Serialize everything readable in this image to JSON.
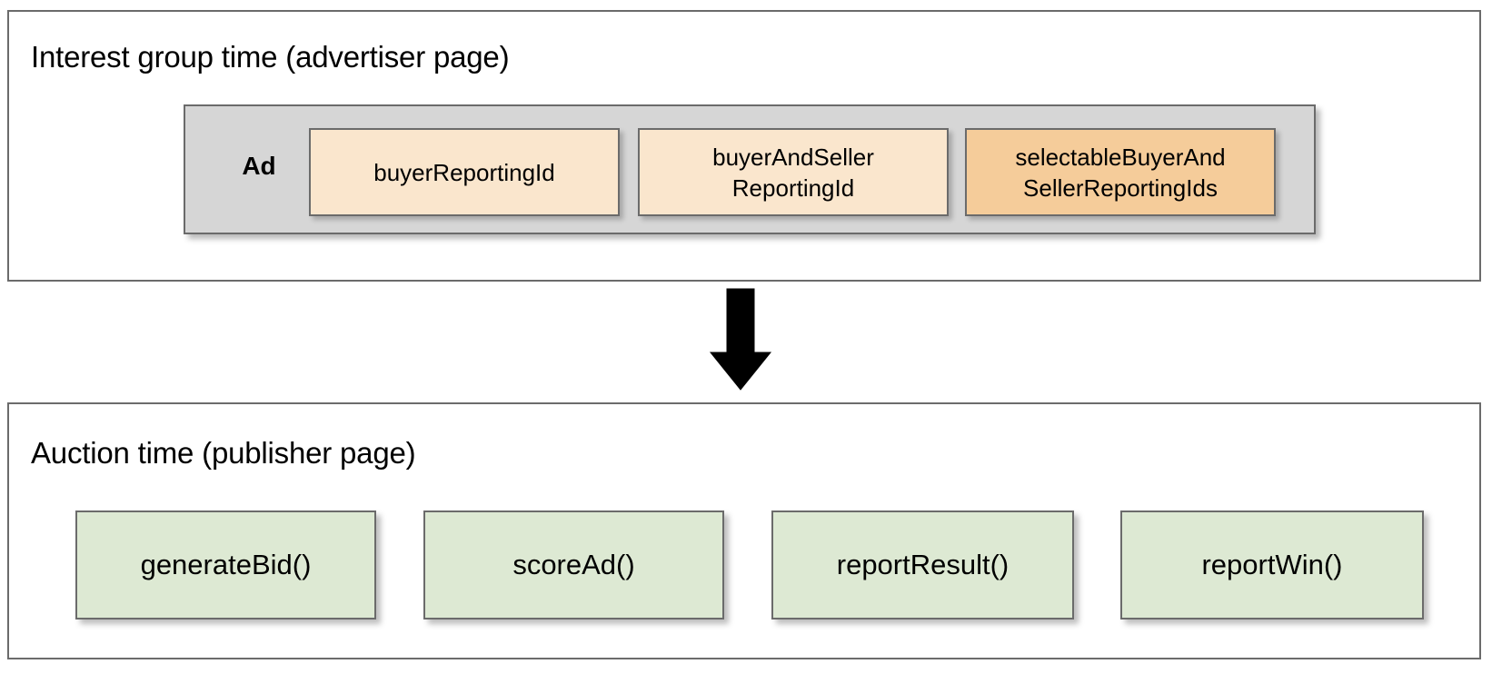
{
  "diagram": {
    "arrow": {
      "direction": "down",
      "color": "#000000",
      "name": "flow-arrow-down"
    },
    "sections": [
      {
        "id": "advertiser",
        "title": "Interest group time (advertiser page)",
        "group": {
          "label": "Ad",
          "fill": "#d6d6d6",
          "items": [
            {
              "label": "buyerReportingId",
              "fill": "#fae6cd",
              "emphasis": "light"
            },
            {
              "label": "buyerAndSeller\nReportingId",
              "line1": "buyerAndSeller",
              "line2": "ReportingId",
              "fill": "#fae6cd",
              "emphasis": "light"
            },
            {
              "label": "selectableBuyerAnd\nSellerReportingIds",
              "line1": "selectableBuyerAnd",
              "line2": "SellerReportingIds",
              "fill": "#f5cc9a",
              "emphasis": "dark"
            }
          ]
        }
      },
      {
        "id": "auction",
        "title": "Auction time (publisher page)",
        "functions": [
          {
            "label": "generateBid()",
            "fill": "#dde9d3"
          },
          {
            "label": "scoreAd()",
            "fill": "#dde9d3"
          },
          {
            "label": "reportResult()",
            "fill": "#dde9d3"
          },
          {
            "label": "reportWin()",
            "fill": "#dde9d3"
          }
        ]
      }
    ],
    "colors": {
      "border": "#6b6b6b",
      "background": "#ffffff",
      "group_fill": "#d6d6d6",
      "id_fill_light": "#fae6cd",
      "id_fill_dark": "#f5cc9a",
      "function_fill": "#dde9d3",
      "text": "#000000"
    }
  }
}
